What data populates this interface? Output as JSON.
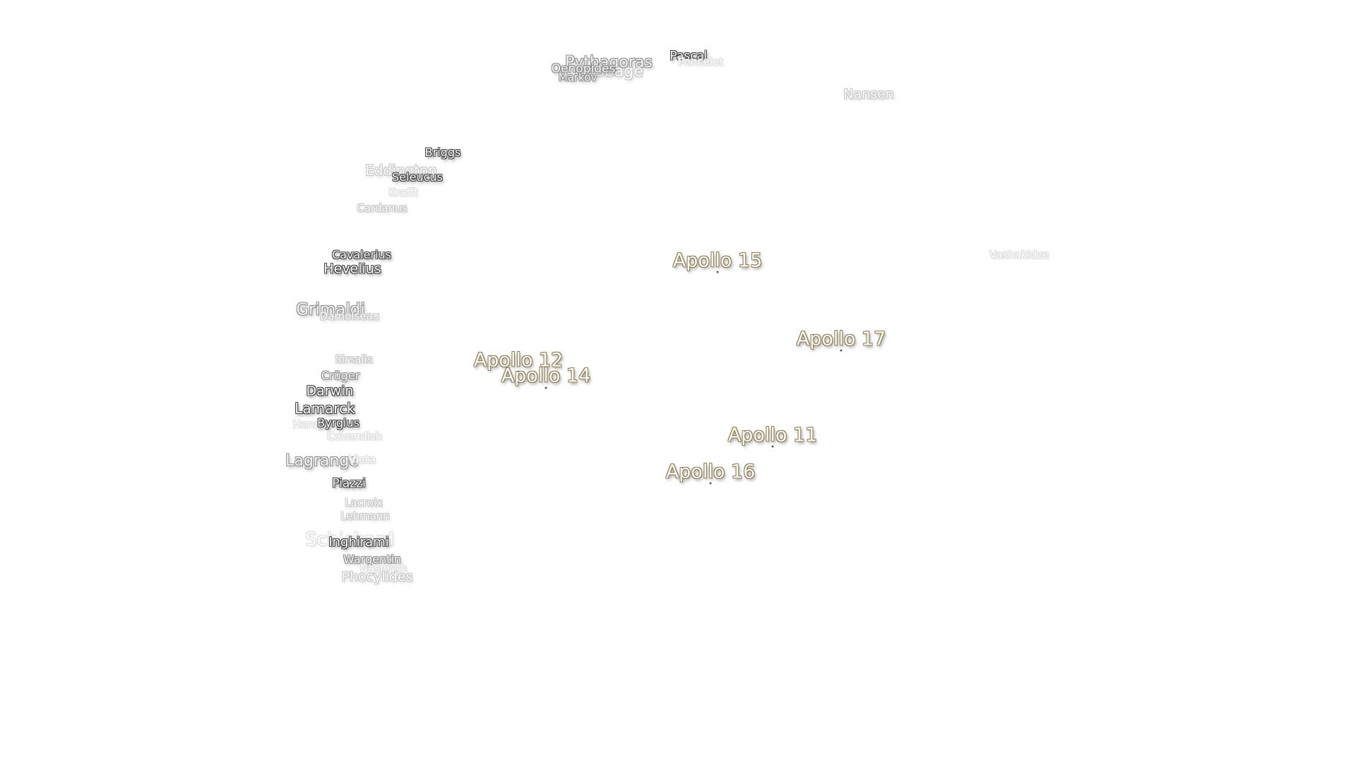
{
  "craters": [
    {
      "name": "Pythagoras",
      "tone": "mid"
    },
    {
      "name": "Babbage",
      "tone": "faint"
    },
    {
      "name": "Oenopides",
      "tone": "mid"
    },
    {
      "name": "Markov",
      "tone": "mid"
    },
    {
      "name": "Pascal",
      "tone": "dark"
    },
    {
      "name": "Poncelet",
      "tone": "ghost"
    },
    {
      "name": "Nansen",
      "tone": "faint"
    },
    {
      "name": "Briggs",
      "tone": "dark"
    },
    {
      "name": "Eddington",
      "tone": "faint"
    },
    {
      "name": "Seleucus",
      "tone": "dark"
    },
    {
      "name": "Krafft",
      "tone": "ghost"
    },
    {
      "name": "Cardanus",
      "tone": "faint"
    },
    {
      "name": "Cavalerius",
      "tone": "dark"
    },
    {
      "name": "Hevelius",
      "tone": "dark"
    },
    {
      "name": "Vashakidze",
      "tone": "ghost"
    },
    {
      "name": "Grimaldi",
      "tone": "mid"
    },
    {
      "name": "Damoiseau",
      "tone": "faint"
    },
    {
      "name": "Sirsalis",
      "tone": "faint"
    },
    {
      "name": "Crüger",
      "tone": "mid"
    },
    {
      "name": "Darwin",
      "tone": "dark"
    },
    {
      "name": "Lamarck",
      "tone": "dark"
    },
    {
      "name": "Henry",
      "tone": "ghost"
    },
    {
      "name": "Byrgius",
      "tone": "dark"
    },
    {
      "name": "Cavendish",
      "tone": "ghost"
    },
    {
      "name": "Lagrange",
      "tone": "mid"
    },
    {
      "name": "Vieta",
      "tone": "ghost"
    },
    {
      "name": "Piazzi",
      "tone": "dark"
    },
    {
      "name": "Lacroix",
      "tone": "faint"
    },
    {
      "name": "Lehmann",
      "tone": "faint"
    },
    {
      "name": "Schickard",
      "tone": "ghost"
    },
    {
      "name": "Inghirami",
      "tone": "dark"
    },
    {
      "name": "Wargentin",
      "tone": "mid"
    },
    {
      "name": "Nasmyth",
      "tone": "ghost"
    },
    {
      "name": "Phocylides",
      "tone": "faint"
    }
  ],
  "landing_sites": [
    {
      "name": "Apollo 15"
    },
    {
      "name": "Apollo 17"
    },
    {
      "name": "Apollo 12"
    },
    {
      "name": "Apollo 14"
    },
    {
      "name": "Apollo 11"
    },
    {
      "name": "Apollo 16"
    }
  ]
}
